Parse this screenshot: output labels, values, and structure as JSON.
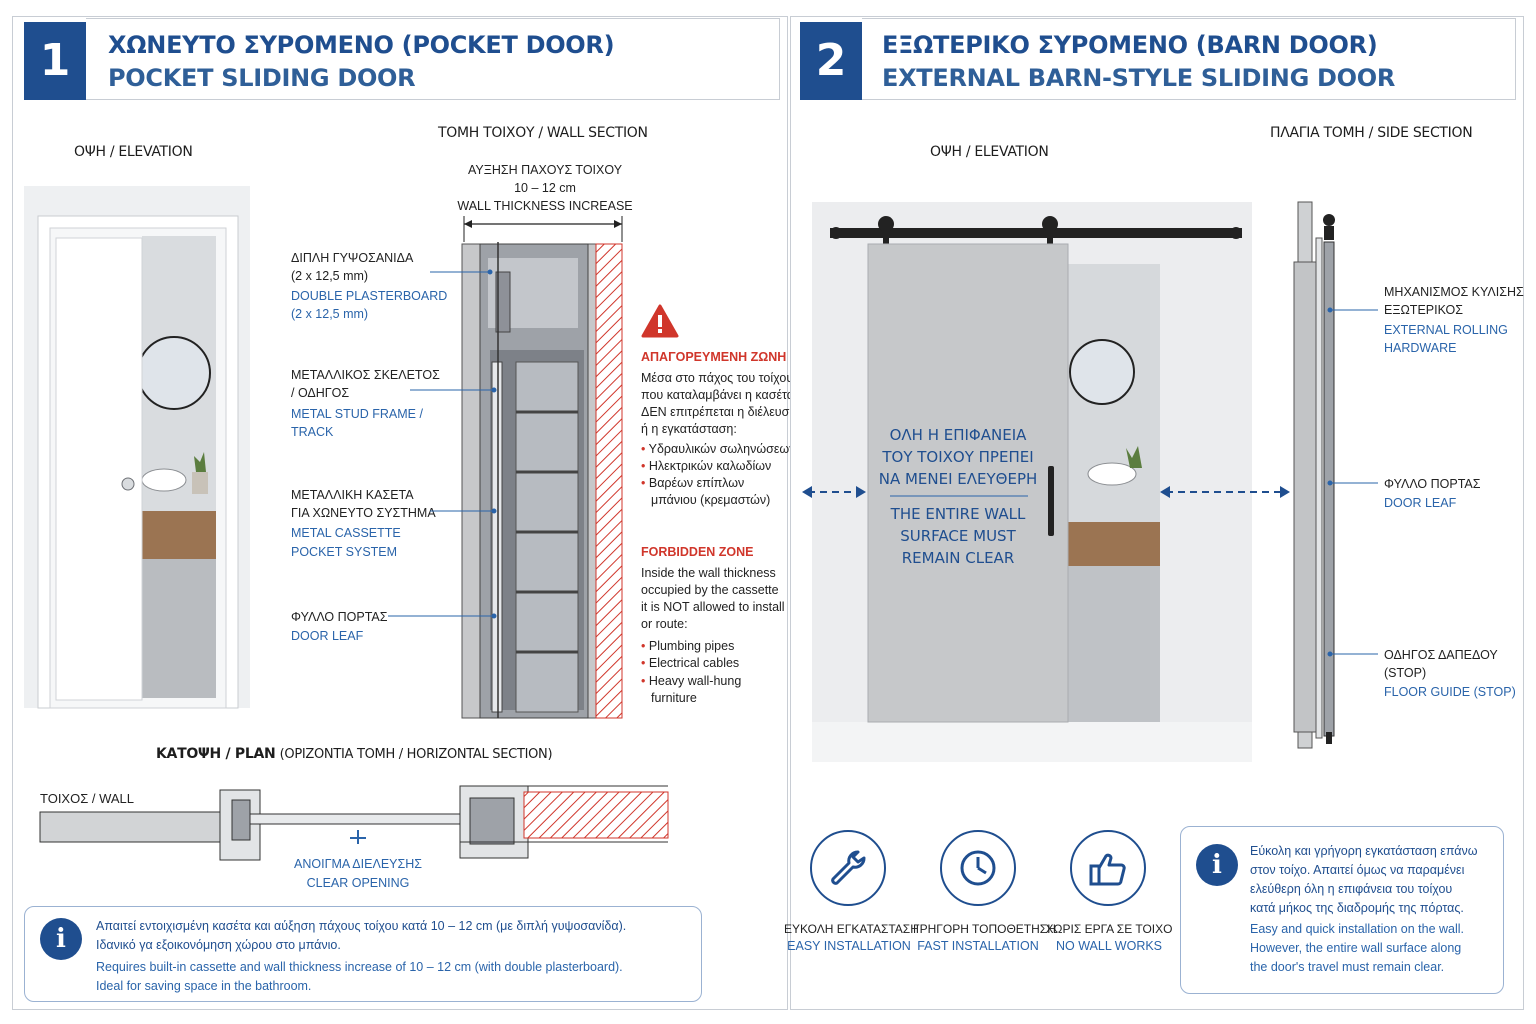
{
  "left": {
    "number": "1",
    "title_gr": "ΧΩΝΕΥΤΟ ΣΥΡΟΜΕΝΟ (POCKET DOOR)",
    "title_en": "POCKET SLIDING DOOR",
    "elevation_label": "ΟΨΗ / ELEVATION",
    "section_label": "ΤΟΜΗ ΤΟΙΧΟΥ / WALL SECTION",
    "thickness": {
      "l1": "ΑΥΞΗΣΗ ΠΑΧΟΥΣ ΤΟΙΧΟΥ",
      "l2": "10 – 12 cm",
      "l3": "WALL THICKNESS INCREASE"
    },
    "callouts": [
      {
        "gr1": "ΔΙΠΛΗ ΓΥΨΟΣΑΝΙΔΑ",
        "gr2": "(2 x 12,5 mm)",
        "en1": "DOUBLE PLASTERBOARD",
        "en2": "(2 x 12,5 mm)"
      },
      {
        "gr1": "ΜΕΤΑΛΛΙΚΟΣ ΣΚΕΛΕΤΟΣ",
        "gr2": "/ ΟΔΗΓΟΣ",
        "en1": "METAL STUD FRAME /",
        "en2": "TRACK"
      },
      {
        "gr1": "ΜΕΤΑΛΛΙΚΗ ΚΑΣΕΤΑ",
        "gr2": "ΓΙΑ ΧΩΝΕΥΤΟ ΣΥΣΤΗΜΑ",
        "en1": "METAL CASSETTE",
        "en2": "POCKET SYSTEM"
      },
      {
        "gr1": "ΦΥΛΛΟ ΠΟΡΤΑΣ",
        "gr2": "",
        "en1": "DOOR LEAF",
        "en2": ""
      }
    ],
    "forbidden_gr": {
      "title": "ΑΠΑΓΟΡΕΥΜΕΝΗ ΖΩΝΗ",
      "lines": [
        "Μέσα στο πάχος του τοίχου",
        "που καταλαμβάνει η κασέτα",
        "ΔΕΝ επιτρέπεται η διέλευση",
        "ή η εγκατάσταση:"
      ],
      "bullets": [
        "Υδραυλικών σωληνώσεων",
        "Ηλεκτρικών καλωδίων",
        "Βαρέων επίπλων"
      ],
      "bullet_cont": "μπάνιου (κρεμαστών)"
    },
    "forbidden_en": {
      "title": "FORBIDDEN ZONE",
      "lines": [
        "Inside the wall thickness",
        "occupied by the cassette",
        "it is NOT allowed to install",
        "or route:"
      ],
      "bullets": [
        "Plumbing pipes",
        "Electrical cables",
        "Heavy wall-hung"
      ],
      "bullet_cont": "furniture"
    },
    "plan_label_bold": "ΚΑΤΟΨΗ / PLAN",
    "plan_label_rest": "(ΟΡΙΖΟΝΤΙΑ ΤΟΜΗ / HORIZONTAL SECTION)",
    "wall_label": "ΤΟΙΧΟΣ / WALL",
    "opening_gr": "ΑΝΟΙΓΜΑ ΔΙΕΛΕΥΣΗΣ",
    "opening_en": "CLEAR OPENING",
    "info": {
      "gr1": "Απαιτεί εντοιχισμένη κασέτα και αύξηση πάχους τοίχου κατά 10 – 12 cm (με διπλή γυψοσανίδα).",
      "gr2": "Ιδανικό γα εξοικονόμηση χώρου στο μπάνιο.",
      "en1": "Requires built-in cassette and wall thickness increase of 10 – 12 cm (with double plasterboard).",
      "en2": "Ideal for saving space in the bathroom."
    }
  },
  "right": {
    "number": "2",
    "title_gr": "ΕΞΩΤΕΡΙΚΟ ΣΥΡΟΜΕΝΟ (BARN DOOR)",
    "title_en": "EXTERNAL BARN-STYLE SLIDING DOOR",
    "elevation_label": "ΟΨΗ / ELEVATION",
    "section_label": "ΠΛΑΓΙΑ ΤΟΜΗ / SIDE SECTION",
    "door_text_gr": [
      "ΟΛΗ Η ΕΠΙΦΑΝΕΙΑ",
      "ΤΟΥ ΤΟΙΧΟΥ ΠΡΕΠΕΙ",
      "ΝΑ ΜΕΝΕΙ ΕΛΕΥΘΕΡΗ"
    ],
    "door_text_en": [
      "THE ENTIRE WALL",
      "SURFACE MUST",
      "REMAIN CLEAR"
    ],
    "callouts": [
      {
        "gr1": "ΜΗΧΑΝΙΣΜΟΣ ΚΥΛΙΣΗΣ",
        "gr2": "ΕΞΩΤΕΡΙΚΟΣ",
        "en1": "EXTERNAL ROLLING",
        "en2": "HARDWARE"
      },
      {
        "gr1": "ΦΥΛΛΟ ΠΟΡΤΑΣ",
        "gr2": "",
        "en1": "DOOR LEAF",
        "en2": ""
      },
      {
        "gr1": "ΟΔΗΓΟΣ ΔΑΠΕΔΟΥ",
        "gr2": "(STOP)",
        "en1": "FLOOR GUIDE (STOP)",
        "en2": ""
      }
    ],
    "features": [
      {
        "icon": "wrench-icon",
        "gr": "ΕΥΚΟΛΗ ΕΓΚΑΤΑΣΤΑΣΗ",
        "en": "EASY INSTALLATION"
      },
      {
        "icon": "clock-icon",
        "gr": "ΓΡΗΓΟΡΗ ΤΟΠΟΘΕΤΗΣΗ",
        "en": "FAST INSTALLATION"
      },
      {
        "icon": "thumbs-up-icon",
        "gr": "ΧΩΡΙΣ ΕΡΓΑ ΣΕ ΤΟΙΧΟ",
        "en": "NO WALL WORKS"
      }
    ],
    "info": {
      "gr": [
        "Εύκολη και γρήγορη εγκατάσταση επάνω",
        "στον τοίχο. Απαιτεί όμως να παραμένει",
        "ελεύθερη όλη η επιφάνεια του τοίχου",
        "κατά μήκος της διαδρομής της πόρτας."
      ],
      "en": [
        "Easy and quick installation on the wall.",
        "However, the entire wall surface along",
        "the door's travel must remain clear."
      ]
    }
  },
  "colors": {
    "brand_blue": "#1f4e8f",
    "label_blue": "#2a64aa",
    "warning_red": "#d0362b"
  }
}
